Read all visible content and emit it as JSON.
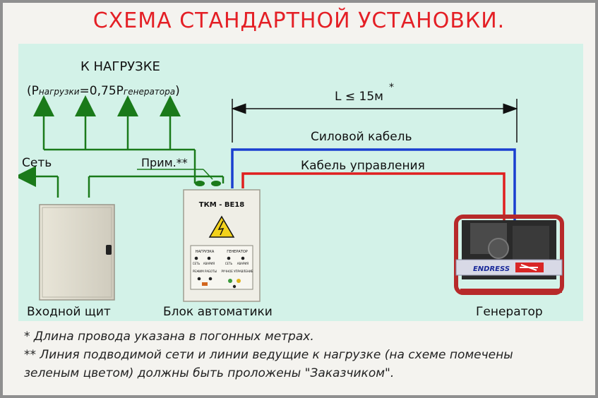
{
  "title": "СХЕМА СТАНДАРТНОЙ УСТАНОВКИ.",
  "colors": {
    "title": "#e41f25",
    "load_lines": "#1a7a1a",
    "power_cable": "#1a3fd0",
    "control_cable": "#e01f1f",
    "background": "#d3f2e8"
  },
  "load": {
    "label": "К НАГРУЗКЕ",
    "formula_open": "(P",
    "sub1": "нагрузки",
    "formula_mid": "=0,75P",
    "sub2": "генератора",
    "formula_close": ")"
  },
  "distance": {
    "label": "L ≤ 15м",
    "star": "*"
  },
  "cables": {
    "power": "Силовой кабель",
    "control": "Кабель управления"
  },
  "labels": {
    "network": "Сеть",
    "note_marker": "Прим.**"
  },
  "devices": {
    "input_panel": "Входной щит",
    "automation": "Блок автоматики",
    "generator": "Генератор"
  },
  "automation_box": {
    "model": "ТКМ - ВЕ18",
    "sub_left": "НАГРУЗКА",
    "sub_right": "ГЕНЕРАТОР",
    "led1": "СЕТЬ",
    "led2": "АВАРИЯ",
    "led3": "СЕТЬ",
    "led4": "АВАРИЯ",
    "mode": "РЕЖИМ РАБОТЫ",
    "manual": "РУЧНОЕ УПРАВЛЕНИЕ"
  },
  "generator_brand": "ENDRESS",
  "notes": [
    "* Длина провода указана в погонных метрах.",
    "** Линия подводимой сети и линии ведущие к нагрузке (на схеме помечены",
    "зеленым цветом) должны быть проложены \"Заказчиком\"."
  ]
}
